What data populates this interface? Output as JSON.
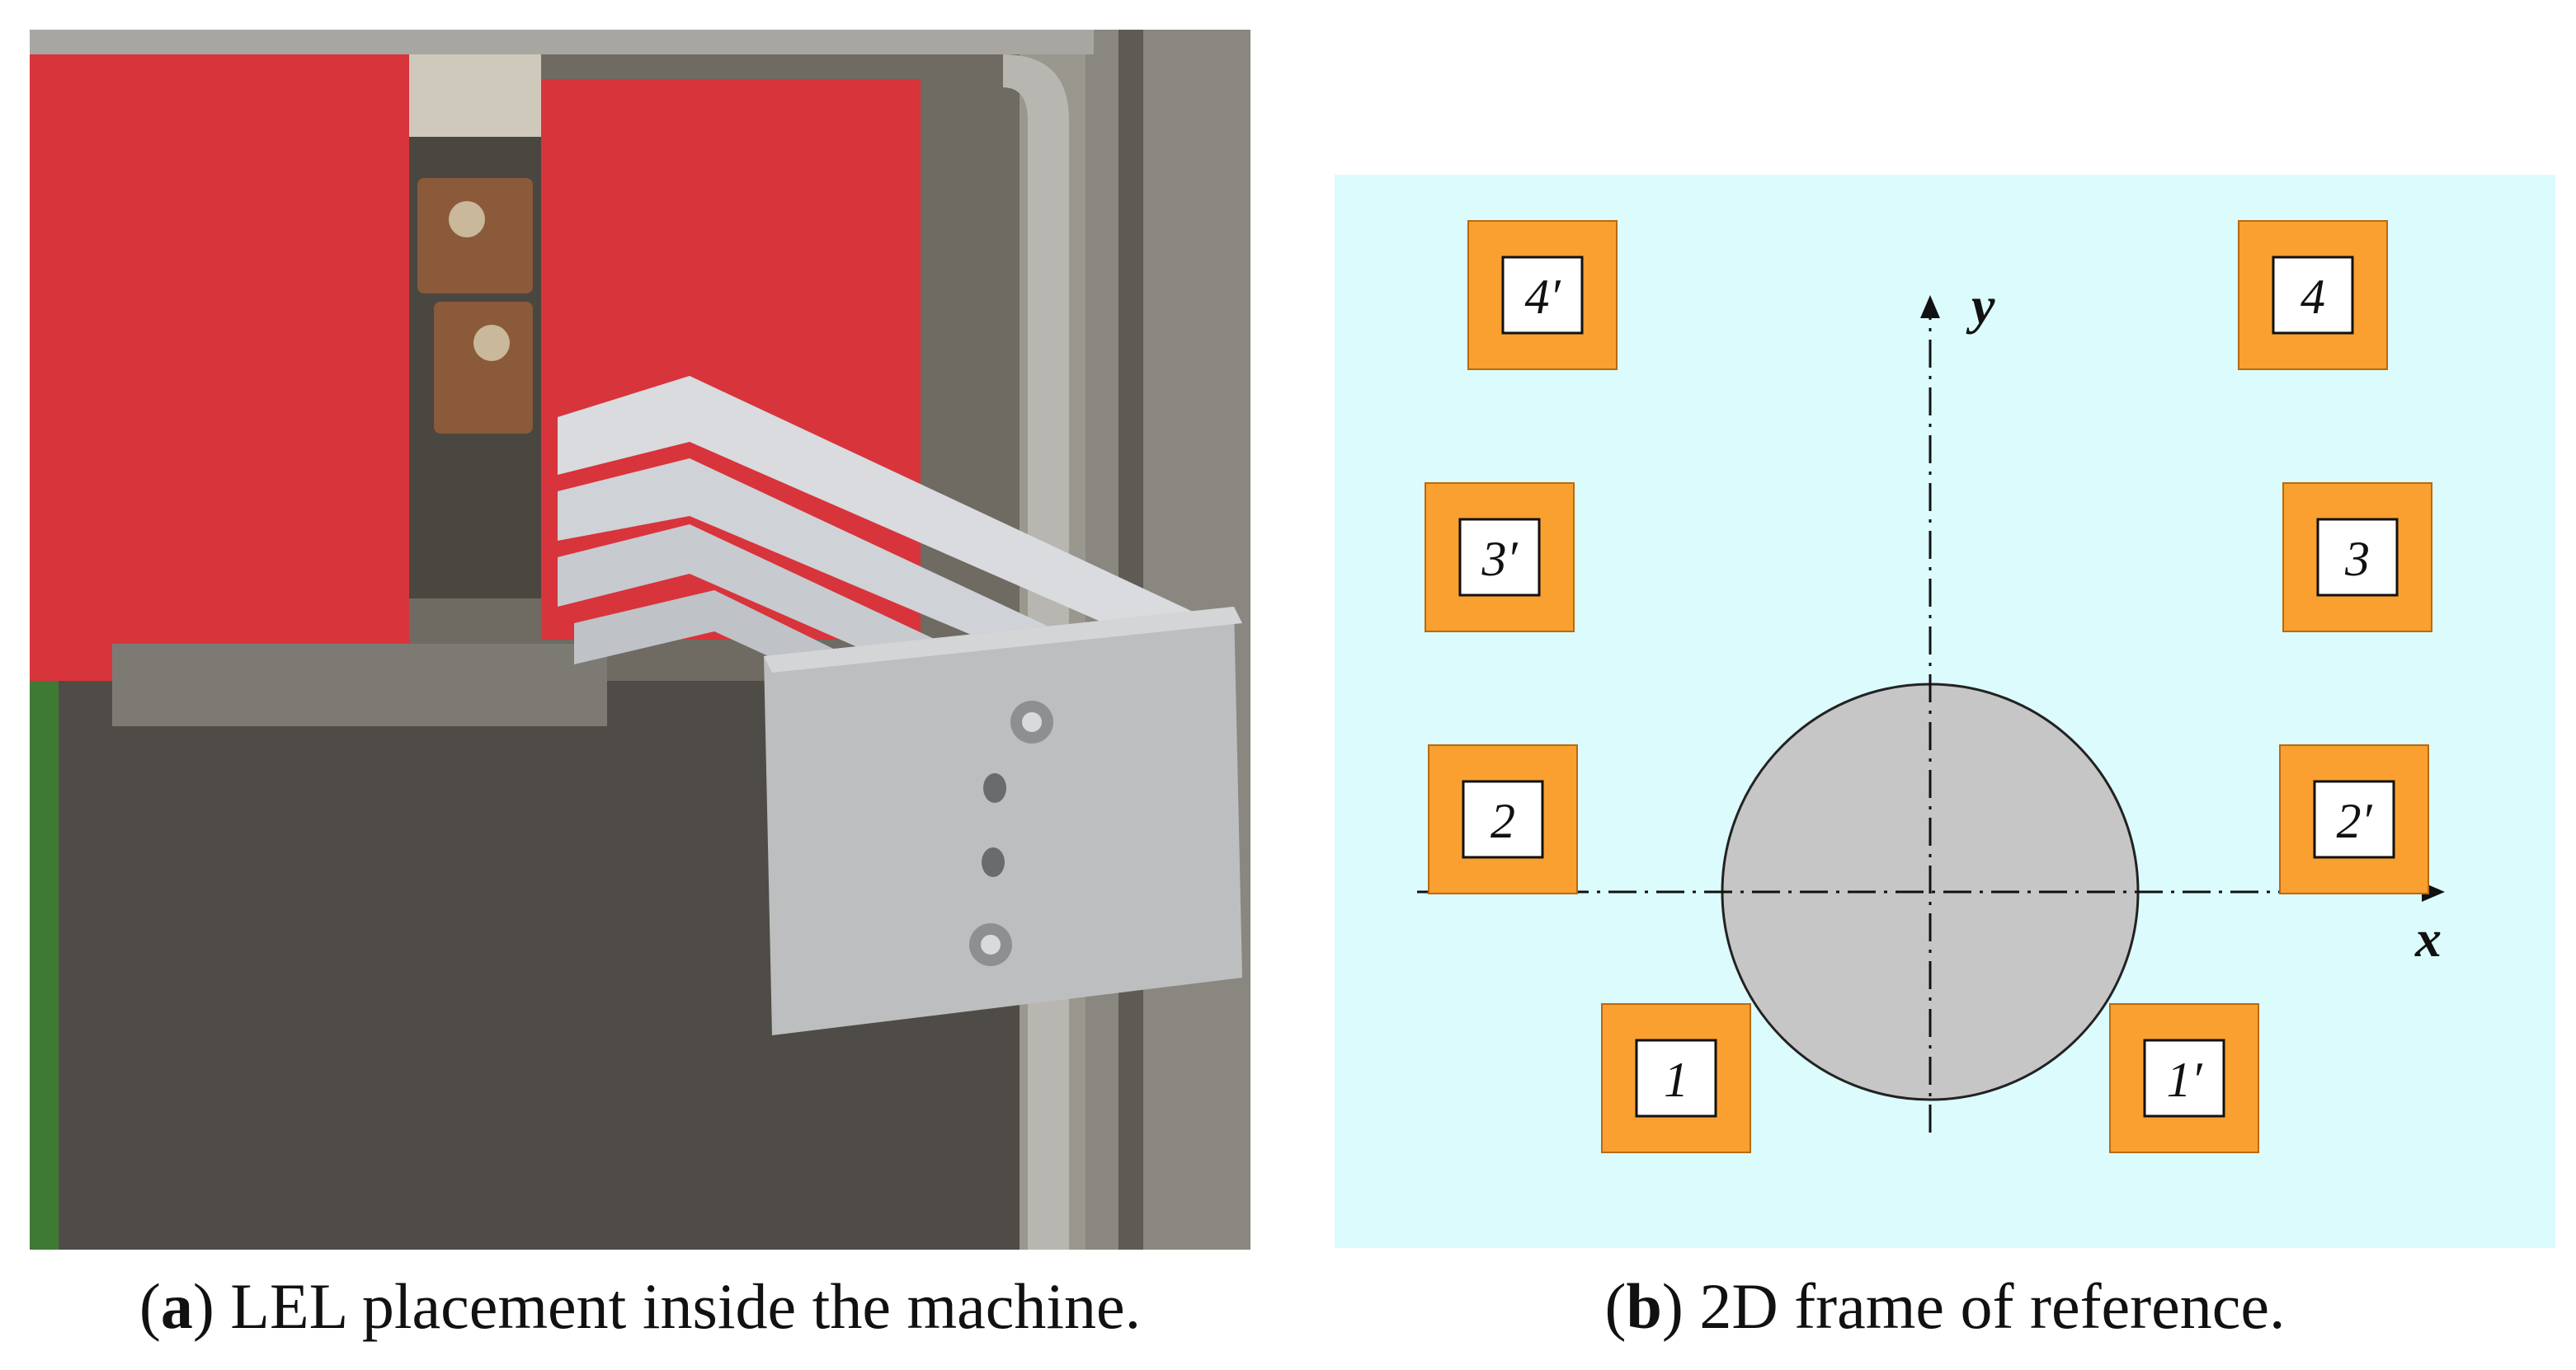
{
  "panel_a": {
    "caption": {
      "letter": "a",
      "text": " LEL placement inside the machine."
    }
  },
  "panel_b": {
    "caption": {
      "letter": "b",
      "text": " 2D frame of reference."
    },
    "axes": {
      "x_label": "x",
      "y_label": "y"
    },
    "sensors": [
      {
        "id": "4prime",
        "label": "4′"
      },
      {
        "id": "4",
        "label": "4"
      },
      {
        "id": "3prime",
        "label": "3′"
      },
      {
        "id": "3",
        "label": "3"
      },
      {
        "id": "2",
        "label": "2"
      },
      {
        "id": "2prime",
        "label": "2′"
      },
      {
        "id": "1",
        "label": "1"
      },
      {
        "id": "1prime",
        "label": "1′"
      }
    ],
    "colors": {
      "background": "#dcfbfd",
      "sensor_frame": "#f9a030",
      "sensor_inner": "#ffffff",
      "rotor": "#c6c6c6",
      "axis": "#111111"
    }
  }
}
